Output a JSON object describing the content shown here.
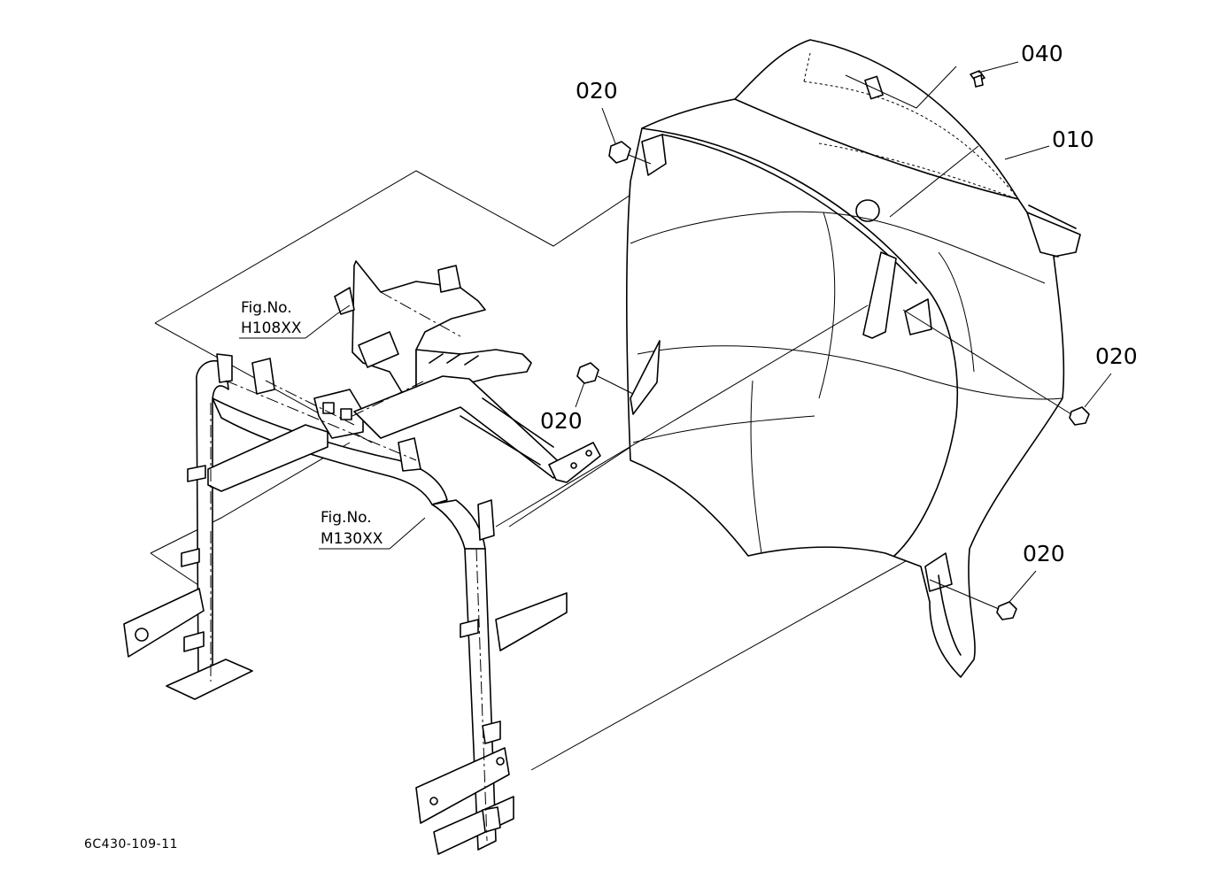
{
  "callouts": {
    "c040": "040",
    "c010": "010",
    "c020_top": "020",
    "c020_mid": "020",
    "c020_right": "020",
    "c020_bottom": "020"
  },
  "refs": {
    "ref1_line1": "Fig.No.",
    "ref1_line2": "H108XX",
    "ref2_line1": "Fig.No.",
    "ref2_line2": "M130XX"
  },
  "drawing_code": "6C430-109-11"
}
